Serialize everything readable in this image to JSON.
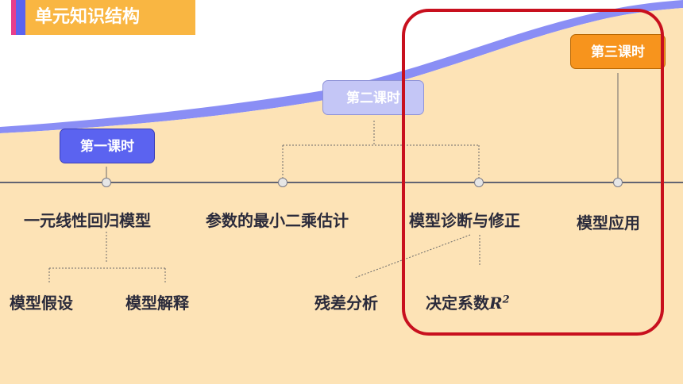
{
  "header": {
    "title": "单元知识结构"
  },
  "periods": [
    {
      "label": "第一课时",
      "color": "#5b63f0"
    },
    {
      "label": "第二课时",
      "color": "#c4c6f6"
    },
    {
      "label": "第三课时",
      "color": "#f7941d"
    }
  ],
  "topics": {
    "t1": "一元线性回归模型",
    "t2": "参数的最小二乘估计",
    "t3": "模型诊断与修正",
    "t4": "模型应用"
  },
  "subtopics": {
    "s1": "模型假设",
    "s2": "模型解释",
    "s3": "残差分析",
    "s4": "决定系数"
  },
  "colors": {
    "area": "#fde3b6",
    "curve_top": "#8a8ef5",
    "axis": "#2f3a5c",
    "highlight": "#c8101e"
  }
}
